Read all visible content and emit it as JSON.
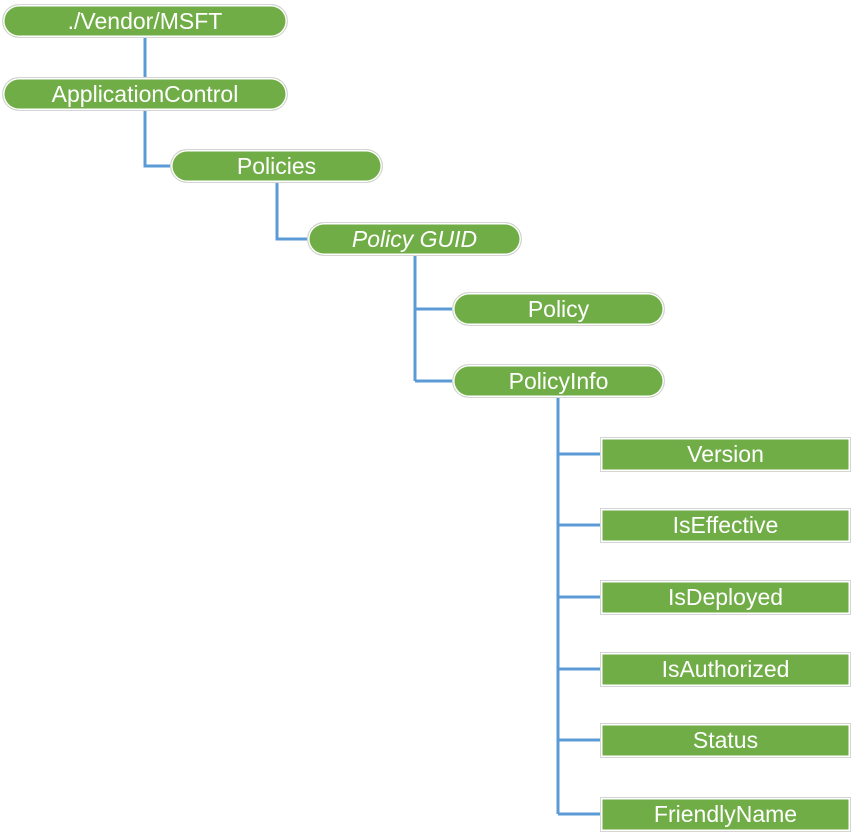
{
  "diagram": {
    "type": "tree",
    "nodes": [
      {
        "id": "vendor-msft",
        "label": "./Vendor/MSFT",
        "shape": "pill",
        "italic": false,
        "parent": null
      },
      {
        "id": "application-control",
        "label": "ApplicationControl",
        "shape": "pill",
        "italic": false,
        "parent": "vendor-msft"
      },
      {
        "id": "policies",
        "label": "Policies",
        "shape": "pill",
        "italic": false,
        "parent": "application-control"
      },
      {
        "id": "policy-guid",
        "label": "Policy GUID",
        "shape": "pill",
        "italic": true,
        "parent": "policies"
      },
      {
        "id": "policy",
        "label": "Policy",
        "shape": "pill",
        "italic": false,
        "parent": "policy-guid"
      },
      {
        "id": "policy-info",
        "label": "PolicyInfo",
        "shape": "pill",
        "italic": false,
        "parent": "policy-guid"
      },
      {
        "id": "version",
        "label": "Version",
        "shape": "rect",
        "italic": false,
        "parent": "policy-info"
      },
      {
        "id": "is-effective",
        "label": "IsEffective",
        "shape": "rect",
        "italic": false,
        "parent": "policy-info"
      },
      {
        "id": "is-deployed",
        "label": "IsDeployed",
        "shape": "rect",
        "italic": false,
        "parent": "policy-info"
      },
      {
        "id": "is-authorized",
        "label": "IsAuthorized",
        "shape": "rect",
        "italic": false,
        "parent": "policy-info"
      },
      {
        "id": "status",
        "label": "Status",
        "shape": "rect",
        "italic": false,
        "parent": "policy-info"
      },
      {
        "id": "friendly-name",
        "label": "FriendlyName",
        "shape": "rect",
        "italic": false,
        "parent": "policy-info"
      }
    ],
    "colors": {
      "node_fill": "#70AD47",
      "node_text": "#FFFFFF",
      "node_border": "#D5D5D5",
      "connector": "#5B9BD5",
      "canvas_bg": "#FFFFFF"
    }
  }
}
